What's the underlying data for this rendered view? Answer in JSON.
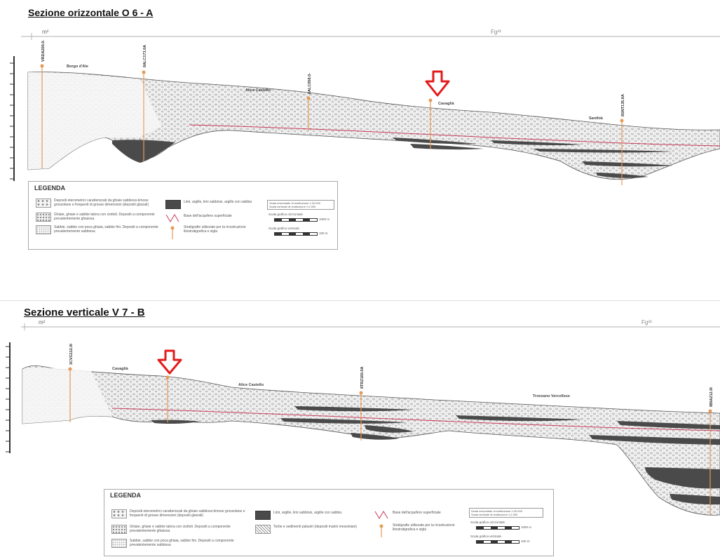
{
  "sections": [
    {
      "title": "Sezione orizzontale O 6 - A",
      "left_unit": "m²",
      "right_unit": "Fg²³",
      "places": [
        "Borgo d'Ale",
        "Alice Castello",
        "Cavaglià",
        "Santhià"
      ],
      "wells": [
        "VRDA200.0-",
        "8ALC173.0A",
        "8ALC058.0-",
        "8SNT135.8A"
      ],
      "legend": {
        "title": "LEGENDA",
        "items": [
          "Depositi eterometrici caratterizzati da ghiaie sabbioso-limose grossolane e frequenti di grosse dimensioni (depositi glaciali)",
          "Ghiaie, ghiaie e sabbie talora con ciottoli. Depositi a componente prevalentemente ghiaiosa",
          "Sabbie, sabbie con poca ghiaia, sabbie fini. Depositi a componente prevalentemente sabbiosa",
          "Limi, argille, limi sabbiosi, argille con sabbia",
          "Base dell'acquifero superficiale",
          "Stratigrafie utilizzate per la ricostruzione litostratigrafica e sigla"
        ],
        "scale_notes": [
          "Scala orizzontale di restituzione 1:20.000",
          "Scala verticale di restituzione 1:2.000"
        ],
        "scale_bars": [
          {
            "title": "Scala grafica orizzontale",
            "end": "1000 m"
          },
          {
            "title": "Scala grafica verticale",
            "end": "100 m"
          }
        ]
      }
    },
    {
      "title": "Sezione verticale V 7 - B",
      "left_unit": "m²",
      "right_unit": "Fg²³",
      "places": [
        "Cavaglià",
        "Alice Castello",
        "Tronzano Vercellese"
      ],
      "wells": [
        "3CVG112.0I",
        "8TRZ160.0A",
        "8BIA212.0I"
      ],
      "legend": {
        "title": "LEGENDA",
        "items": [
          "Depositi eterometrici caratterizzati da ghiaie sabbioso-limose grossolane e frequenti di grosse dimensioni (depositi glaciali)",
          "Ghiaie, ghiaie e sabbie talora con ciottoli. Depositi a componente prevalentemente ghiaiosa",
          "Sabbie, sabbie con poca ghiaia, sabbie fini. Depositi a componente prevalentemente sabbiosa",
          "Limi, argille, limi sabbiosi, argille con sabbia",
          "Torbe e sedimenti palustri (depositi marini messiniani)",
          "Base dell'acquifero superficiale",
          "Stratigrafie utilizzate per la ricostruzione litostratigrafica e sigla"
        ],
        "scale_notes": [
          "Scala orizzontale di restituzione 1:20.000",
          "Scala verticale di restituzione 1:2.000"
        ],
        "scale_bars": [
          {
            "title": "Scala grafica orizzontale",
            "end": "1000 m"
          },
          {
            "title": "Scala grafica verticale",
            "end": "100 m"
          }
        ]
      }
    }
  ],
  "colors": {
    "well": "#e69a55",
    "aquifer_base": "#c83c5a",
    "arrow": "#e31b1b",
    "silt": "#4a4a4a"
  }
}
